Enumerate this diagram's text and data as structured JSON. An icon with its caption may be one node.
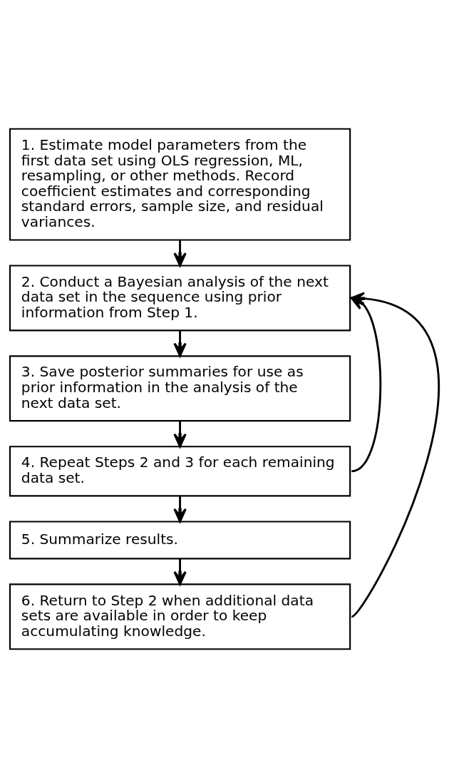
{
  "diagram": {
    "nodes": [
      {
        "text": [
          "1. Estimate model parameters from the first data set using OLS regression, ML, resampling, or other methods. Record coefficient estimates and corresponding standard errors, sample size, and residual variances."
        ]
      },
      {
        "text": [
          "2. Conduct a Bayesian analysis of the next data set in the sequence using prior information from Step 1."
        ]
      },
      {
        "text": [
          "3. Save posterior summaries for use as prior information in the analysis of the next data set."
        ]
      },
      {
        "text": [
          "4. Repeat Steps 2 and 3 for each remaining data set."
        ]
      },
      {
        "text": [
          "5. Summarize results."
        ]
      },
      {
        "text": [
          "6. Return to Step 2 when additional data sets are available in order to keep accumulating knowledge."
        ]
      }
    ],
    "edges": [
      {
        "from": 0,
        "to": 1,
        "arrow": "to"
      },
      {
        "from": 1,
        "to": 2,
        "arrow": "to"
      },
      {
        "from": 2,
        "to": 3,
        "arrow": "to"
      },
      {
        "from": 3,
        "to": 1,
        "arrow": "to"
      },
      {
        "from": 3,
        "to": 4,
        "arrow": "to"
      },
      {
        "from": 4,
        "to": 5,
        "arrow": "to"
      },
      {
        "from": 5,
        "to": 1,
        "arrow": "to"
      }
    ]
  }
}
